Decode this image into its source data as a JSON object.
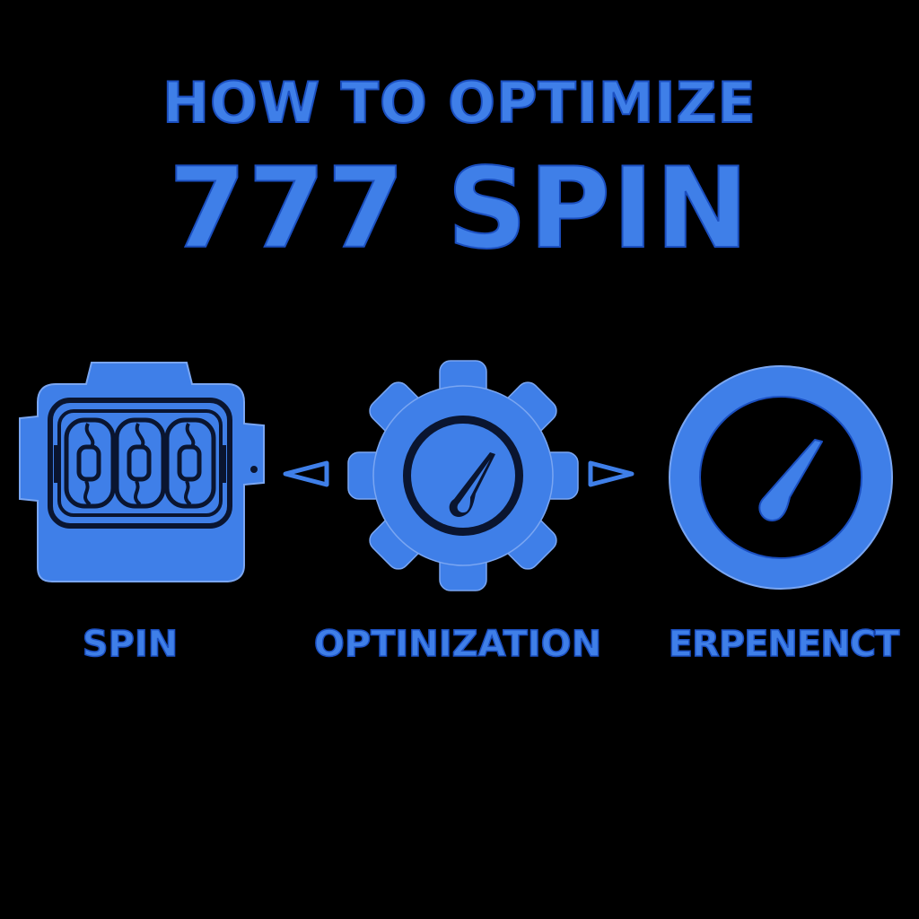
{
  "title": {
    "line1": "HOW TO OPTIMIZE",
    "line2": "777 SPIN"
  },
  "steps": [
    {
      "label": "SPIN",
      "icon": "slot-machine-icon"
    },
    {
      "label": "OPTINIZATION",
      "icon": "gear-gauge-icon"
    },
    {
      "label": "ERPENENCT",
      "icon": "gauge-ring-icon"
    }
  ],
  "arrows": [
    "arrow-left-icon",
    "arrow-right-icon"
  ],
  "colors": {
    "background": "#000000",
    "accent": "#3f7fe8",
    "accent_dark": "#1b4fc0",
    "ink": "#0a1530"
  }
}
